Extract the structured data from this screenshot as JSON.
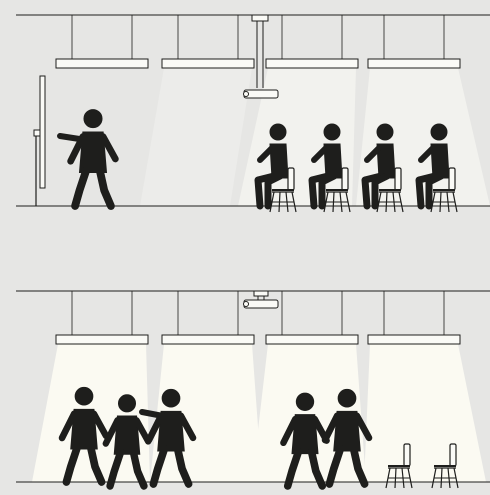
{
  "panels": [
    {
      "name": "top-panel",
      "mode": "presentation",
      "lights": [
        "on-dim",
        "on-dim",
        "on",
        "on"
      ],
      "projector": "lowered",
      "people": [
        "presenter-pointing",
        "seated",
        "seated",
        "seated",
        "seated"
      ],
      "chairs": [
        "occupied",
        "occupied",
        "occupied",
        "occupied"
      ],
      "screen": "present"
    },
    {
      "name": "bottom-panel",
      "mode": "open-room",
      "lights": [
        "on",
        "on",
        "on",
        "on"
      ],
      "projector": "raised",
      "people": [
        "walking",
        "walking",
        "walking-pointing",
        "walking",
        "walking"
      ],
      "chairs": [
        "empty",
        "empty"
      ],
      "screen": "absent"
    }
  ],
  "colors": {
    "background": "#e6e6e4",
    "wall_light_warm": "#fbfaf2",
    "wall_light_cool": "#f2f2ee",
    "figure": "#1e1e1c",
    "line": "#1e1e1c",
    "fixture_fill": "#fafaf6"
  },
  "icons": [
    "ceiling-light-icon",
    "projector-icon",
    "person-icon",
    "chair-icon",
    "projection-screen-icon"
  ]
}
